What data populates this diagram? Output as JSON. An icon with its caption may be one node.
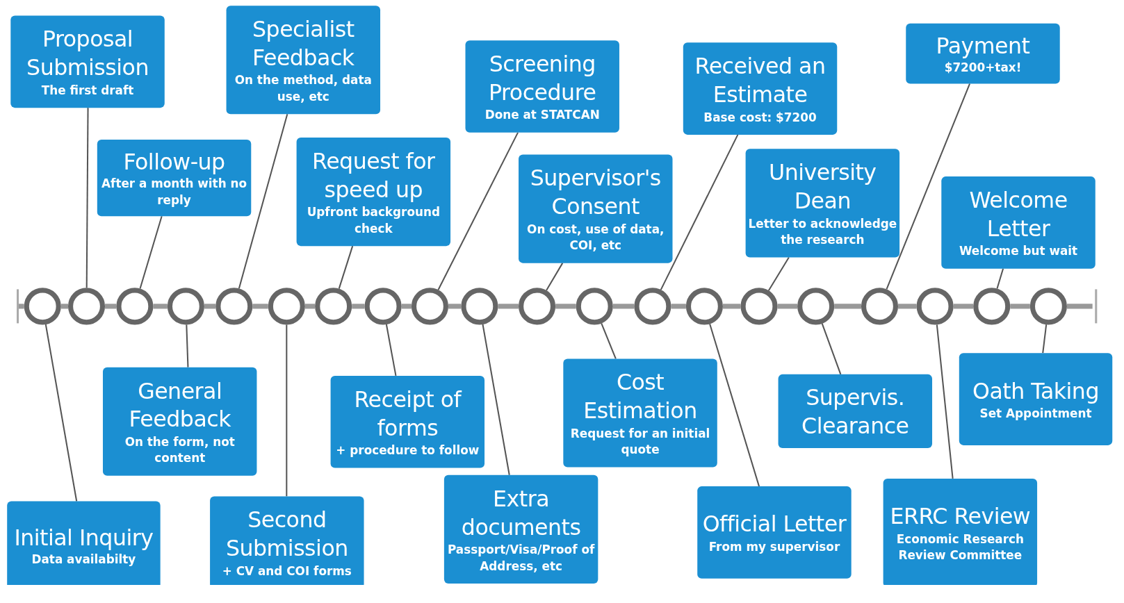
{
  "diagram": {
    "nodes": [
      {
        "text": [
          "Initial Inquiry",
          "Data availabilty"
        ]
      },
      {
        "text": [],
        "shape": "circle"
      },
      {
        "text": [
          "Proposal Submission",
          "The first draft"
        ]
      },
      {
        "text": [],
        "shape": "circle"
      },
      {
        "text": [
          "Follow-up",
          "After a month with no reply"
        ]
      },
      {
        "text": [],
        "shape": "circle"
      },
      {
        "text": [
          "General Feedback",
          "On the form, not content"
        ]
      },
      {
        "text": [],
        "shape": "circle"
      },
      {
        "text": [
          "Specialist Feedback",
          "On the method, data use, etc"
        ]
      },
      {
        "text": [],
        "shape": "circle"
      },
      {
        "text": [
          "Second Submission",
          "+ CV and COI forms"
        ]
      },
      {
        "text": [],
        "shape": "circle"
      },
      {
        "text": [
          "Request for speed up",
          "Upfront background check"
        ]
      },
      {
        "text": [],
        "shape": "circle"
      },
      {
        "text": [
          "Receipt of forms",
          "+ procedure to follow"
        ]
      },
      {
        "text": [],
        "shape": "circle"
      },
      {
        "text": [
          "Screening Procedure",
          "Done at STATCAN"
        ]
      },
      {
        "text": [],
        "shape": "circle"
      },
      {
        "text": [
          "Extra documents",
          "Passport/Visa/Proof of Address, etc"
        ]
      },
      {
        "text": [],
        "shape": "circle"
      },
      {
        "text": [
          "Supervisor's Consent",
          "On cost, use of data, COI, etc"
        ]
      },
      {
        "text": [],
        "shape": "circle"
      },
      {
        "text": [
          "Cost Estimation",
          "Request for an initial quote"
        ]
      },
      {
        "text": [],
        "shape": "circle"
      },
      {
        "text": [
          "Received an Estimate",
          "Base cost: $7200"
        ]
      },
      {
        "text": [],
        "shape": "circle"
      },
      {
        "text": [
          "Official Letter",
          "From my supervisor"
        ]
      },
      {
        "text": [],
        "shape": "circle"
      },
      {
        "text": [
          "University Dean",
          "Letter to acknowledge the research"
        ]
      },
      {
        "text": [],
        "shape": "circle"
      },
      {
        "text": [
          "Supervis. Clearance"
        ]
      },
      {
        "text": [],
        "shape": "circle"
      },
      {
        "text": [
          "Payment",
          "$7200+tax!"
        ]
      },
      {
        "text": [],
        "shape": "circle"
      },
      {
        "text": [
          "ERRC Review",
          "Economic Research Review Committee"
        ]
      },
      {
        "text": [],
        "shape": "circle"
      },
      {
        "text": [
          "Welcome Letter",
          "Welcome but wait"
        ]
      },
      {
        "text": [],
        "shape": "circle"
      },
      {
        "text": [
          "Oath Taking",
          "Set Appointment"
        ]
      },
      {
        "text": [],
        "shape": "circle"
      }
    ],
    "edges": [
      {
        "from": 0,
        "to": 1,
        "arrow": "none"
      },
      {
        "from": 2,
        "to": 3,
        "arrow": "none"
      },
      {
        "from": 4,
        "to": 5,
        "arrow": "none"
      },
      {
        "from": 6,
        "to": 7,
        "arrow": "none"
      },
      {
        "from": 8,
        "to": 9,
        "arrow": "none"
      },
      {
        "from": 10,
        "to": 11,
        "arrow": "none"
      },
      {
        "from": 12,
        "to": 13,
        "arrow": "none"
      },
      {
        "from": 14,
        "to": 15,
        "arrow": "none"
      },
      {
        "from": 16,
        "to": 17,
        "arrow": "none"
      },
      {
        "from": 18,
        "to": 19,
        "arrow": "none"
      },
      {
        "from": 20,
        "to": 21,
        "arrow": "none"
      },
      {
        "from": 22,
        "to": 23,
        "arrow": "none"
      },
      {
        "from": 24,
        "to": 25,
        "arrow": "none"
      },
      {
        "from": 26,
        "to": 27,
        "arrow": "none"
      },
      {
        "from": 28,
        "to": 29,
        "arrow": "none"
      },
      {
        "from": 30,
        "to": 31,
        "arrow": "none"
      },
      {
        "from": 32,
        "to": 33,
        "arrow": "none"
      },
      {
        "from": 34,
        "to": 35,
        "arrow": "none"
      },
      {
        "from": 36,
        "to": 37,
        "arrow": "none"
      },
      {
        "from": 38,
        "to": 39,
        "arrow": "none"
      },
      {
        "from": 1,
        "to": 3,
        "arrow": "none",
        "style": "thick",
        "color": "#999999"
      },
      {
        "from": 3,
        "to": 5,
        "arrow": "none",
        "style": "thick",
        "color": "#999999"
      },
      {
        "from": 5,
        "to": 7,
        "arrow": "none",
        "style": "thick",
        "color": "#999999"
      },
      {
        "from": 7,
        "to": 9,
        "arrow": "none",
        "style": "thick",
        "color": "#999999"
      },
      {
        "from": 9,
        "to": 11,
        "arrow": "none",
        "style": "thick",
        "color": "#999999"
      },
      {
        "from": 11,
        "to": 13,
        "arrow": "none",
        "style": "thick",
        "color": "#999999"
      },
      {
        "from": 13,
        "to": 15,
        "arrow": "none",
        "style": "thick",
        "color": "#999999"
      },
      {
        "from": 15,
        "to": 17,
        "arrow": "none",
        "style": "thick",
        "color": "#999999"
      },
      {
        "from": 17,
        "to": 19,
        "arrow": "none",
        "style": "thick",
        "color": "#999999"
      },
      {
        "from": 19,
        "to": 21,
        "arrow": "none",
        "style": "thick",
        "color": "#999999"
      },
      {
        "from": 21,
        "to": 23,
        "arrow": "none",
        "style": "thick",
        "color": "#999999"
      },
      {
        "from": 23,
        "to": 25,
        "arrow": "none",
        "style": "thick",
        "color": "#999999"
      },
      {
        "from": 25,
        "to": 27,
        "arrow": "none",
        "style": "thick",
        "color": "#999999"
      },
      {
        "from": 27,
        "to": 29,
        "arrow": "none",
        "style": "thick",
        "color": "#999999"
      },
      {
        "from": 29,
        "to": 31,
        "arrow": "none",
        "style": "thick",
        "color": "#999999"
      },
      {
        "from": 31,
        "to": 33,
        "arrow": "none",
        "style": "thick",
        "color": "#999999"
      },
      {
        "from": 33,
        "to": 35,
        "arrow": "none",
        "style": "thick",
        "color": "#999999"
      },
      {
        "from": 35,
        "to": 37,
        "arrow": "none",
        "style": "thick",
        "color": "#999999"
      },
      {
        "from": 37,
        "to": 39,
        "arrow": "none",
        "style": "thick",
        "color": "#999999"
      }
    ]
  }
}
